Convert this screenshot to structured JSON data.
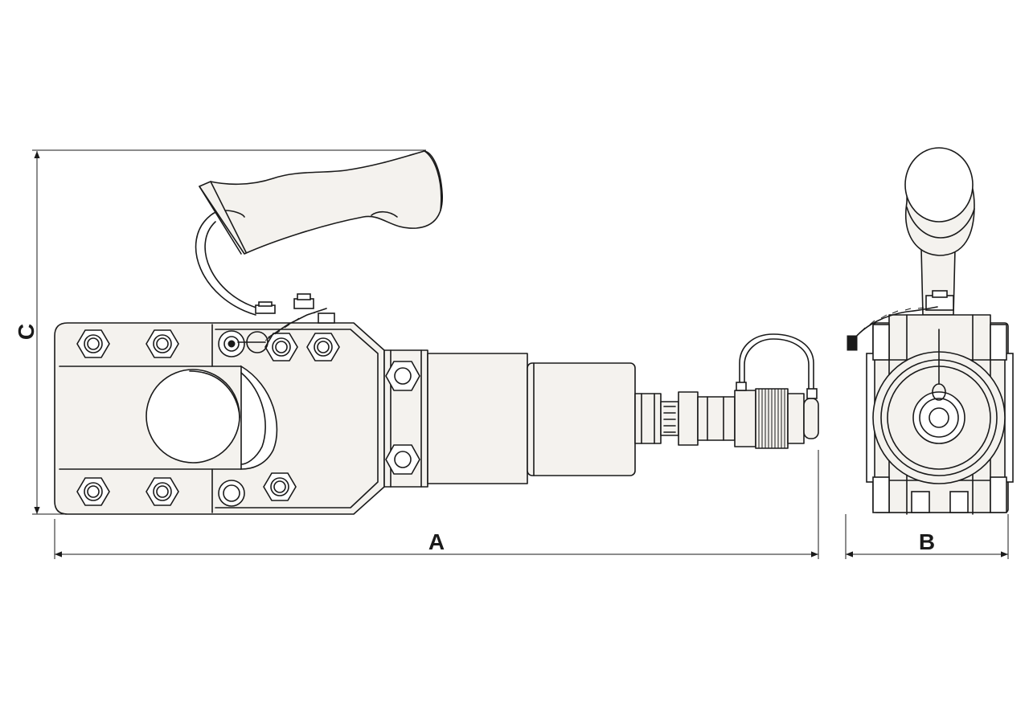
{
  "dimensions": {
    "length_label": "A",
    "width_label": "B",
    "height_label": "C"
  },
  "colors": {
    "line": "#1a1a1a",
    "body_fill": "#f4f2ee",
    "background": "#ffffff"
  }
}
